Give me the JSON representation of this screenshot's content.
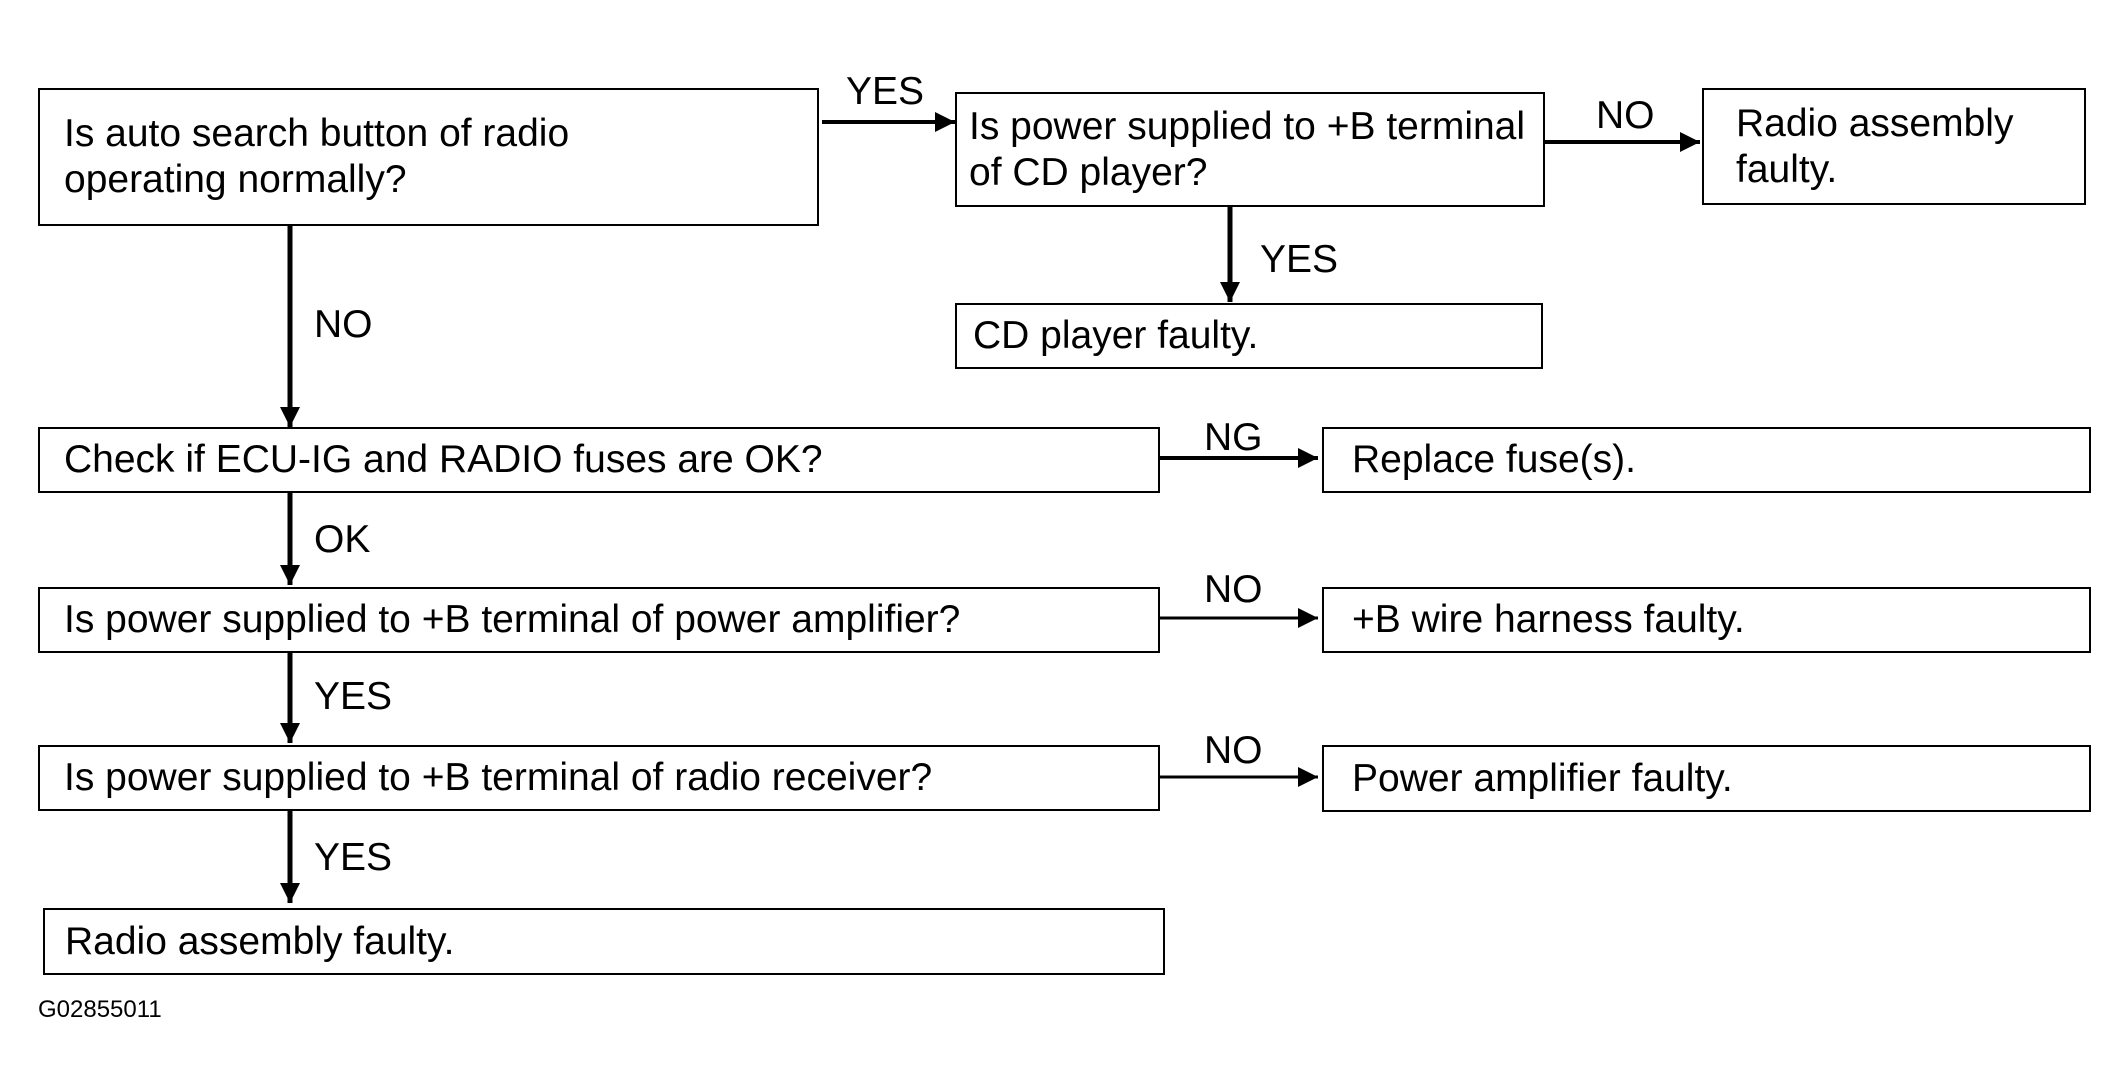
{
  "flowchart": {
    "nodes": {
      "q_auto_search": "Is auto search button of radio\noperating normally?",
      "q_cd_power": "Is power supplied to +B terminal\nof CD player?",
      "r_radio_assembly_1": "Radio assembly\nfaulty.",
      "r_cd_player": "CD player faulty.",
      "q_fuses": "Check if ECU-IG and RADIO fuses are OK?",
      "r_replace_fuse": "Replace fuse(s).",
      "q_amp_power": "Is power supplied to +B terminal of power amplifier?",
      "r_wire_harness": "+B wire harness faulty.",
      "q_receiver_power": "Is power supplied to +B terminal of radio receiver?",
      "r_power_amp": "Power amplifier faulty.",
      "r_radio_assembly_2": "Radio assembly faulty."
    },
    "edges": [
      {
        "from": "q_auto_search",
        "to": "q_cd_power",
        "label": "YES"
      },
      {
        "from": "q_cd_power",
        "to": "r_radio_assembly_1",
        "label": "NO"
      },
      {
        "from": "q_cd_power",
        "to": "r_cd_player",
        "label": "YES"
      },
      {
        "from": "q_auto_search",
        "to": "q_fuses",
        "label": "NO"
      },
      {
        "from": "q_fuses",
        "to": "r_replace_fuse",
        "label": "NG"
      },
      {
        "from": "q_fuses",
        "to": "q_amp_power",
        "label": "OK"
      },
      {
        "from": "q_amp_power",
        "to": "r_wire_harness",
        "label": "NO"
      },
      {
        "from": "q_amp_power",
        "to": "q_receiver_power",
        "label": "YES"
      },
      {
        "from": "q_receiver_power",
        "to": "r_power_amp",
        "label": "NO"
      },
      {
        "from": "q_receiver_power",
        "to": "r_radio_assembly_2",
        "label": "YES"
      }
    ]
  },
  "figure_id": "G02855011"
}
